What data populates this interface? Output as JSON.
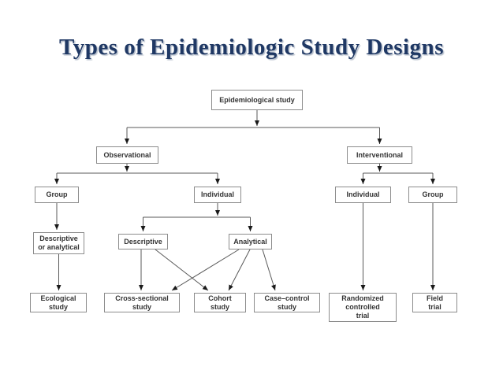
{
  "title": "Types of Epidemiologic Study Designs",
  "colors": {
    "title_text": "#1f3864",
    "box_border": "#8c8c8c",
    "box_fill": "#ffffff",
    "box_text": "#333333",
    "connector": "#595959",
    "arrowhead": "#1a1a1a",
    "background": "#ffffff"
  },
  "diagram": {
    "nodes": [
      {
        "id": "epidemiological-study",
        "label": "Epidemiological study"
      },
      {
        "id": "observational",
        "label": "Observational"
      },
      {
        "id": "interventional",
        "label": "Interventional"
      },
      {
        "id": "group-observational",
        "label": "Group"
      },
      {
        "id": "individual-observational",
        "label": "Individual"
      },
      {
        "id": "individual-interventional",
        "label": "Individual"
      },
      {
        "id": "group-interventional",
        "label": "Group"
      },
      {
        "id": "descriptive-or-analytical",
        "label": "Descriptive\nor analytical"
      },
      {
        "id": "descriptive",
        "label": "Descriptive"
      },
      {
        "id": "analytical",
        "label": "Analytical"
      },
      {
        "id": "ecological-study",
        "label": "Ecological\nstudy"
      },
      {
        "id": "cross-sectional-study",
        "label": "Cross-sectional\nstudy"
      },
      {
        "id": "cohort-study",
        "label": "Cohort\nstudy"
      },
      {
        "id": "case-control-study",
        "label": "Case–control\nstudy"
      },
      {
        "id": "randomized-controlled-trial",
        "label": "Randomized\ncontrolled\ntrial"
      },
      {
        "id": "field-trial",
        "label": "Field\ntrial"
      }
    ],
    "relations": [
      {
        "from": "Epidemiological study",
        "to": "Observational"
      },
      {
        "from": "Epidemiological study",
        "to": "Interventional"
      },
      {
        "from": "Observational",
        "to": "Group"
      },
      {
        "from": "Observational",
        "to": "Individual"
      },
      {
        "from": "Interventional",
        "to": "Individual"
      },
      {
        "from": "Interventional",
        "to": "Group"
      },
      {
        "from": "Group (observational)",
        "to": "Descriptive or analytical"
      },
      {
        "from": "Individual (observational)",
        "to": "Descriptive"
      },
      {
        "from": "Individual (observational)",
        "to": "Analytical"
      },
      {
        "from": "Descriptive or analytical",
        "to": "Ecological study"
      },
      {
        "from": "Descriptive",
        "to": "Cross-sectional study"
      },
      {
        "from": "Descriptive",
        "to": "Cohort study"
      },
      {
        "from": "Analytical",
        "to": "Cross-sectional study"
      },
      {
        "from": "Analytical",
        "to": "Cohort study"
      },
      {
        "from": "Analytical",
        "to": "Case–control study"
      },
      {
        "from": "Individual (interventional)",
        "to": "Randomized controlled trial"
      },
      {
        "from": "Group (interventional)",
        "to": "Field trial"
      }
    ]
  }
}
